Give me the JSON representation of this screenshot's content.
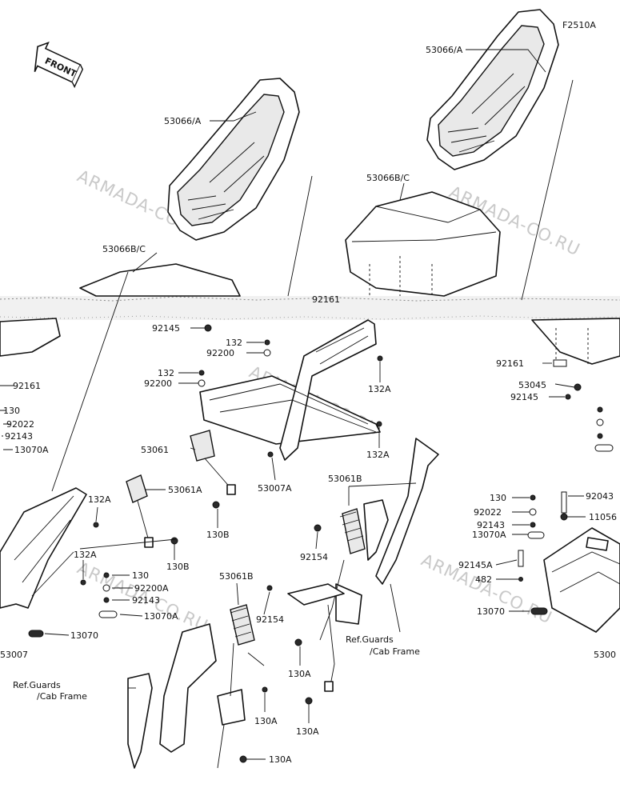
{
  "figure_code": "F2510A",
  "front_arrow": {
    "label": "FRONT",
    "icon": "front-direction-arrow-icon"
  },
  "watermarks": [
    "ARMADA-CO.RU",
    "ARMADA-CO.RU",
    "ARMADA-CO.RU",
    "ARMADA-CO.RU",
    "ARMADA-CO.RU"
  ],
  "callouts": [
    "53066/A",
    "53066/A",
    "53066B/C",
    "53066B/C",
    "92161",
    "92161",
    "92161",
    "92145",
    "92145",
    "92145A",
    "132",
    "132",
    "132A",
    "132A",
    "132A",
    "132A",
    "92200",
    "92200",
    "92200A",
    "53061",
    "53061A",
    "53007A",
    "130",
    "130",
    "130",
    "92022",
    "92022",
    "92143",
    "92143",
    "92143",
    "13070A",
    "13070A",
    "13070A",
    "13070",
    "13070",
    "53061B",
    "53061B",
    "92154",
    "92154",
    "130B",
    "130B",
    "130A",
    "130A",
    "130A",
    "130A",
    "53045",
    "92043",
    "11056",
    "482",
    "53007",
    "5300"
  ],
  "references": [
    {
      "line1": "Ref.Guards",
      "line2": "/Cab Frame"
    },
    {
      "line1": "Ref.Guards",
      "line2": "/Cab Frame"
    }
  ]
}
